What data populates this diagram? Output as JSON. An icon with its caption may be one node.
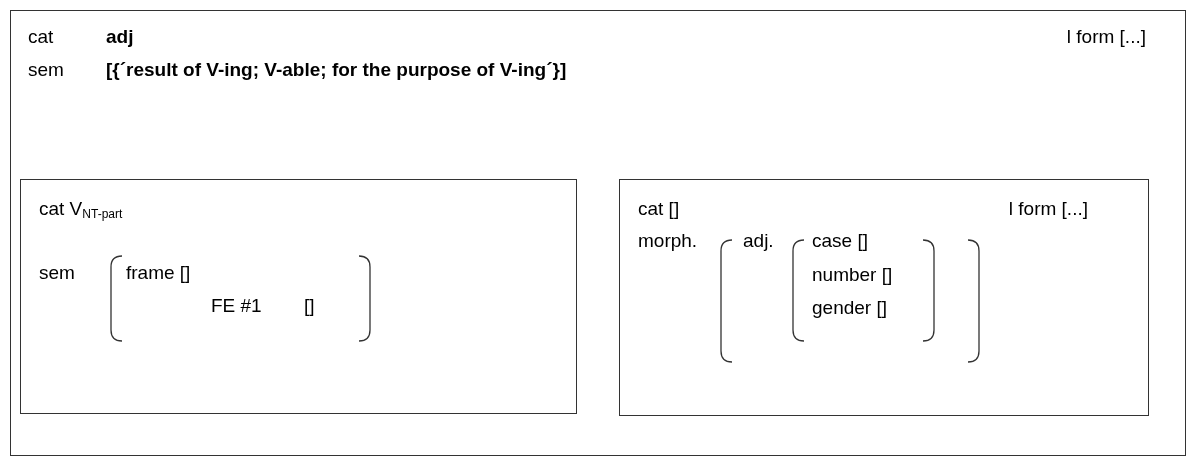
{
  "diagram": {
    "nodes": [
      {
        "text": [
          "cat",
          "adj",
          "sem",
          "[{´result of V-ing; V-able; for the purpose of V-ing´}]",
          "l form [...]"
        ]
      },
      {
        "text": [
          "cat V$_{NT-part}$",
          "sem",
          "frame []",
          "FE #1",
          "[]"
        ],
        "in": 0
      },
      {
        "text": [
          "cat []",
          "l form [...]",
          "morph.",
          "adj.",
          "case []",
          "number []",
          "gender []"
        ],
        "in": 0
      }
    ]
  }
}
